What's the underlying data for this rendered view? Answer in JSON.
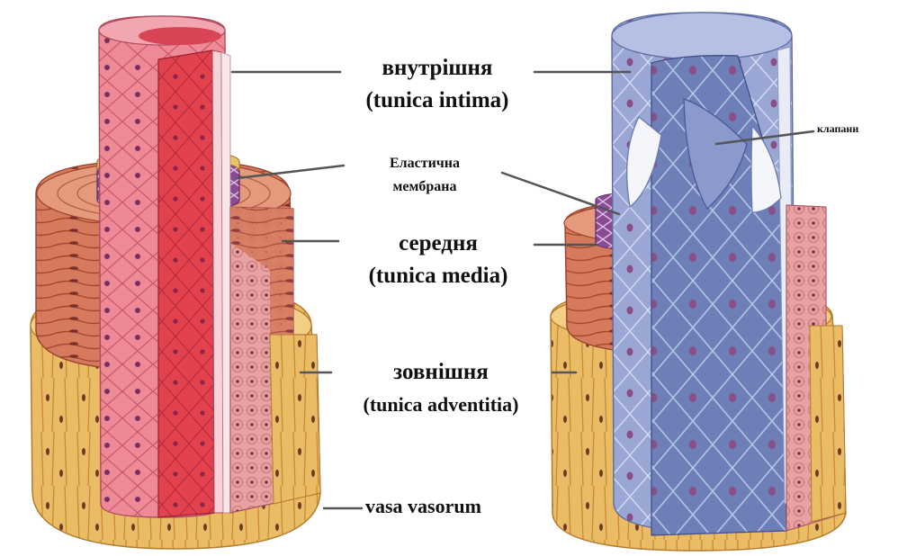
{
  "labels": {
    "intima_ua": "внутрішня",
    "intima_lat": "(tunica intima)",
    "elastic_line1": "Еластична",
    "elastic_line2": "мембрана",
    "media_ua": "середня",
    "media_lat": "(tunica media)",
    "adventitia_ua": "зовнішня",
    "adventitia_lat": "(tunica adventitia)",
    "vasa": "vasa vasorum",
    "valves": "клапани"
  },
  "structures": [
    {
      "name": "artery",
      "side": "left"
    },
    {
      "name": "vein",
      "side": "right"
    }
  ],
  "colors": {
    "intima_artery": "#e46a7e",
    "lumen_artery": "#e2424e",
    "elastic": "#7a3c86",
    "media": "#d57a5c",
    "adventitia": "#e9b860",
    "vein_intima": "#6d7fb6",
    "vein_dark": "#4a5b9a",
    "nucleus": "#7a2f5d"
  }
}
